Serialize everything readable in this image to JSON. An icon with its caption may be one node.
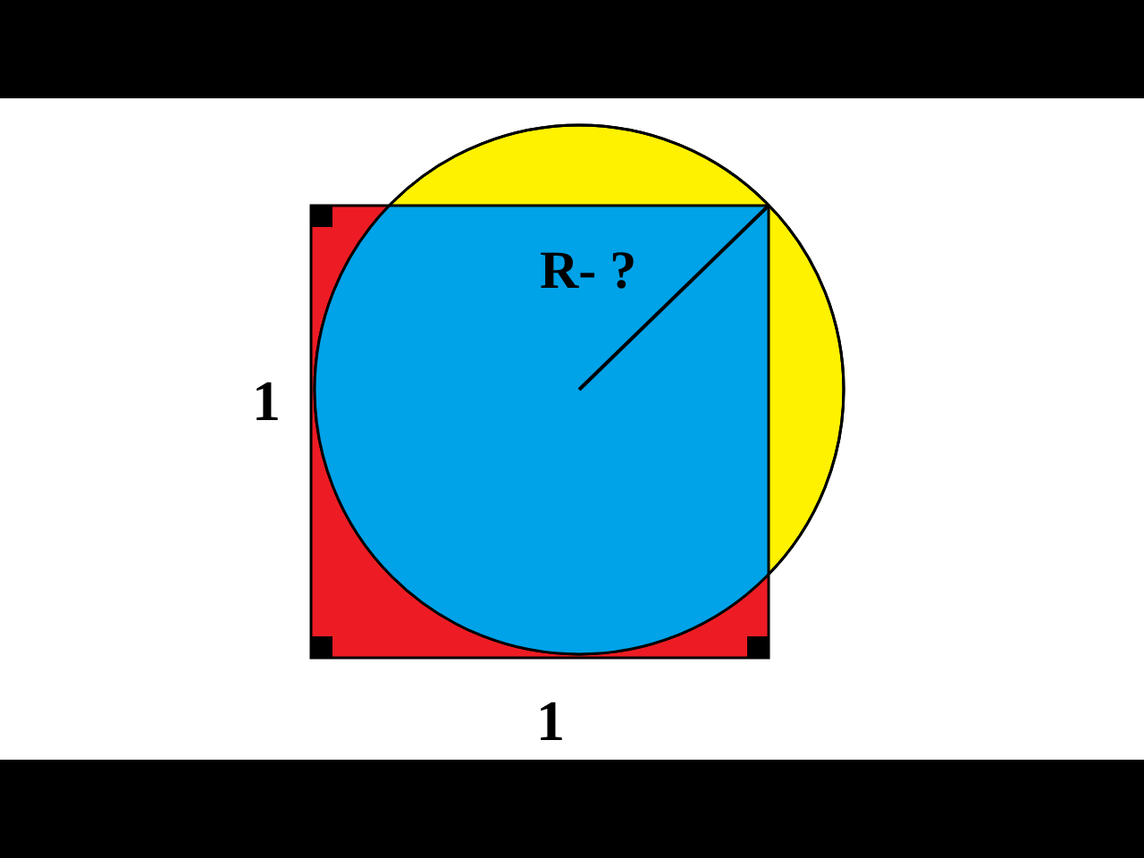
{
  "diagram": {
    "labels": [
      "R- ?",
      "1",
      "1"
    ]
  }
}
